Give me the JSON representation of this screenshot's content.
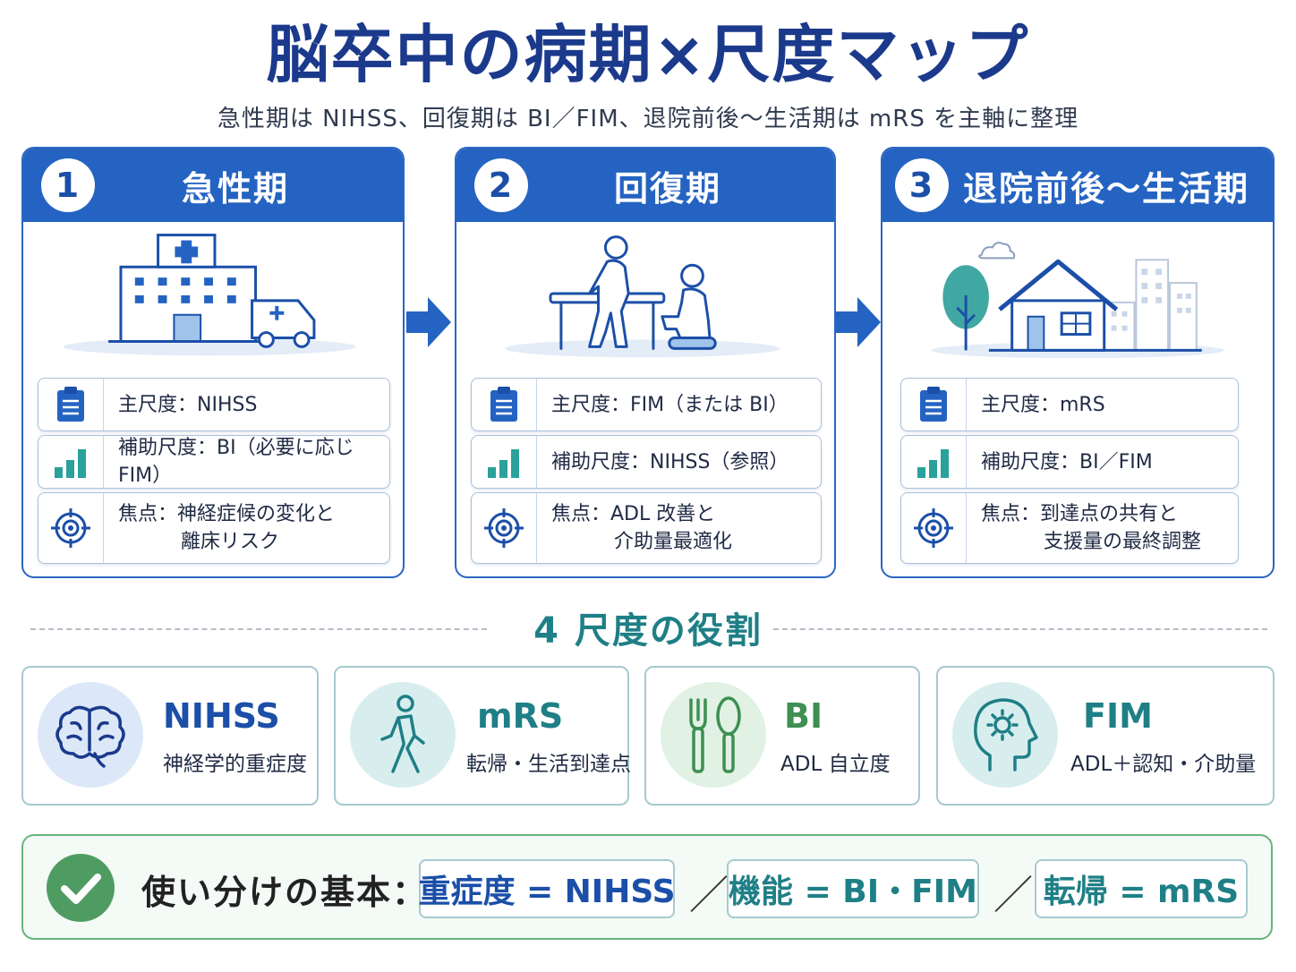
{
  "title": "脳卒中の病期×尺度マップ",
  "subtitle": "急性期は NIHSS、回復期は BI／FIM、退院前後～生活期は mRS を主軸に整理",
  "phases": [
    {
      "num": "1",
      "name": "急性期",
      "main": "主尺度：NIHSS",
      "aux": "補助尺度：BI（必要に応じ FIM）",
      "focus1": "焦点：神経症候の変化と",
      "focus2": "離床リスク"
    },
    {
      "num": "2",
      "name": "回復期",
      "main": "主尺度：FIM（または BI）",
      "aux": "補助尺度：NIHSS（参照）",
      "focus1": "焦点：ADL 改善と",
      "focus2": "介助量最適化"
    },
    {
      "num": "3",
      "name": "退院前後～生活期",
      "main": "主尺度：mRS",
      "aux": "補助尺度：BI／FIM",
      "focus1": "焦点：到達点の共有と",
      "focus2": "支援量の最終調整"
    }
  ],
  "roles_title": "4 尺度の役割",
  "roles": [
    {
      "name": "NIHSS",
      "desc": "神経学的重症度",
      "color": "#1b4fa8"
    },
    {
      "name": "mRS",
      "desc": "転帰・生活到達点",
      "color": "#1f7f86"
    },
    {
      "name": "BI",
      "desc": "ADL 自立度",
      "color": "#3d8f52"
    },
    {
      "name": "FIM",
      "desc": "ADL＋認知・介助量",
      "color": "#1f7f86"
    }
  ],
  "basics": {
    "label": "使い分けの基本：",
    "items": [
      "重症度 = NIHSS",
      "機能 = BI・FIM",
      "転帰 = mRS"
    ],
    "separator": "／"
  },
  "colors": {
    "primary": "#2563c2",
    "teal": "#1f7f86",
    "green": "#4f9c63"
  }
}
